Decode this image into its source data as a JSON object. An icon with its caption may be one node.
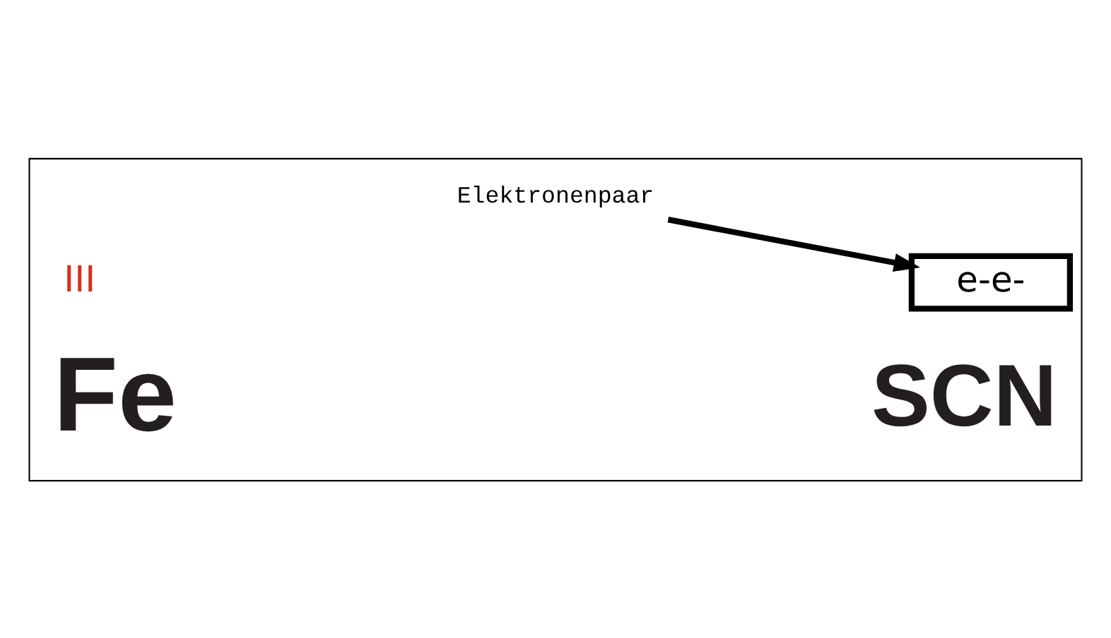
{
  "diagram": {
    "nodes": [
      {
        "text": [],
        "shape": "box"
      },
      {
        "text": [
          "Elektronenpaar"
        ],
        "in": 0
      },
      {
        "text": [
          "e-e-"
        ],
        "in": 0
      }
    ],
    "edges": [
      {
        "from": 1,
        "to": 2,
        "arrow": "to"
      }
    ],
    "labels": [
      "III",
      "Fe",
      "SCN"
    ]
  }
}
